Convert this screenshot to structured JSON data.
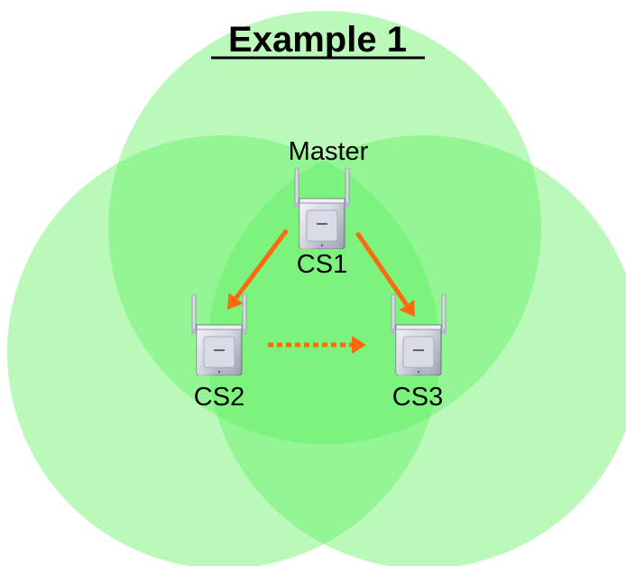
{
  "title": "Example 1",
  "master_label": "Master",
  "stations": [
    {
      "id": "cs1",
      "label": "CS1",
      "role": "master"
    },
    {
      "id": "cs2",
      "label": "CS2"
    },
    {
      "id": "cs3",
      "label": "CS3"
    }
  ],
  "links": [
    {
      "from": "CS1",
      "to": "CS2",
      "style": "solid"
    },
    {
      "from": "CS1",
      "to": "CS3",
      "style": "solid"
    },
    {
      "from": "CS2",
      "to": "CS3",
      "style": "dotted"
    }
  ],
  "colors": {
    "coverage_fill": "#5cf05c",
    "arrow": "#ff6a10",
    "station_body": "#c8ccd6",
    "text": "#000000"
  },
  "icons": {
    "station": "base-station-icon",
    "link": "arrow-icon"
  }
}
